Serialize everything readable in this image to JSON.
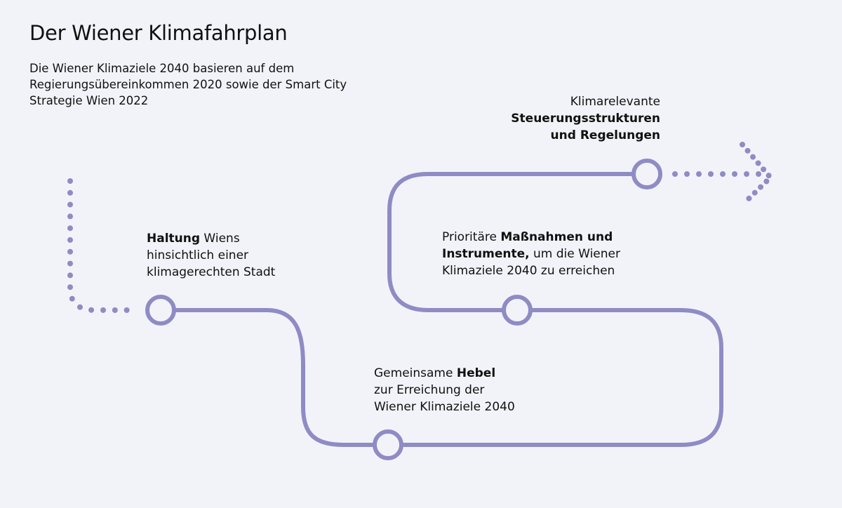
{
  "title": "Der Wiener Klimafahrplan",
  "subtitle": "Die Wiener Klimaziele 2040 basieren auf dem Regierungsübereinkommen 2020 sowie der Smart City Strategie Wien 2022",
  "colors": {
    "line": "#8f8bc4",
    "background": "#f2f3f8",
    "text": "#111111"
  },
  "steps": [
    {
      "bold": "Haltung",
      "rest1": " Wiens",
      "line2": "hinsichtlich einer",
      "line3": "klimagerechten Stadt"
    },
    {
      "pre": "Gemeinsame ",
      "bold": "Hebel",
      "line2": "zur Erreichung der",
      "line3": "Wiener Klimaziele 2040"
    },
    {
      "pre": "Prioritäre ",
      "bold": "Maßnahmen und",
      "bold2": "Instrumente,",
      "rest2": " um die Wiener",
      "line3": "Klimaziele 2040 zu erreichen"
    },
    {
      "line1": "Klimarelevante",
      "bold": "Steuerungsstrukturen",
      "bold2": "und Regelungen"
    }
  ]
}
